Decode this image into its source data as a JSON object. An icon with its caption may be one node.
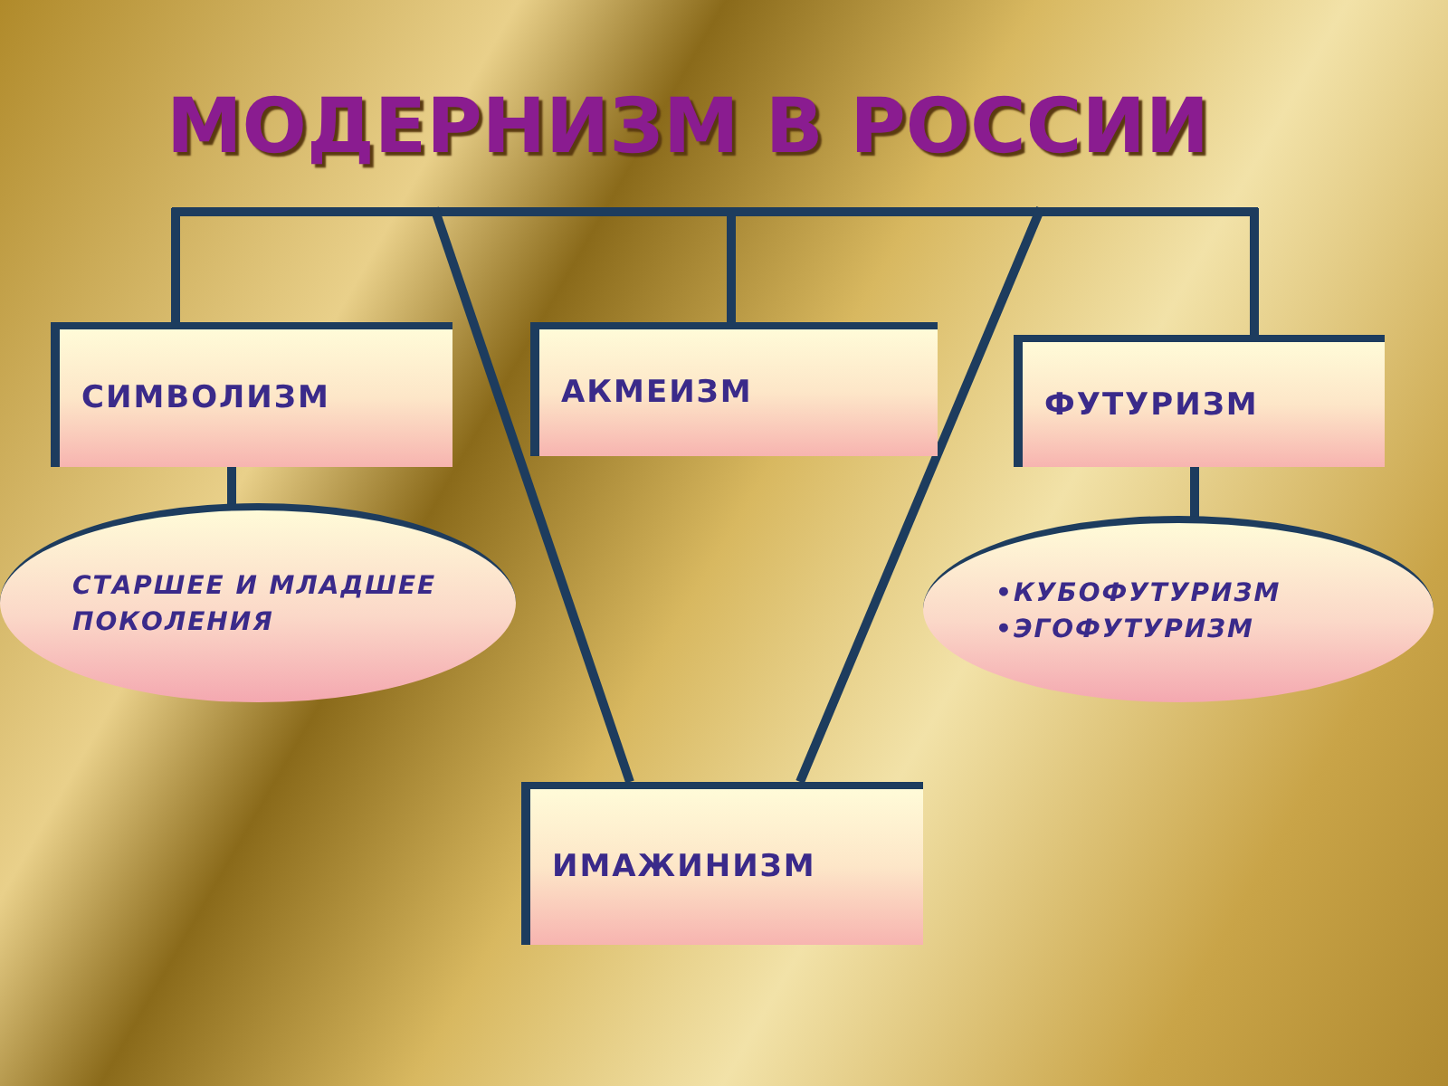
{
  "diagram": {
    "nodes": [
      {
        "text": [
          "МОДЕРНИЗМ В РОССИИ"
        ]
      },
      {
        "text": [
          "СИМВОЛИЗМ"
        ]
      },
      {
        "text": [
          "АКМЕИЗМ"
        ]
      },
      {
        "text": [
          "ФУТУРИЗМ"
        ]
      },
      {
        "text": [
          "СТАРШЕЕ И МЛАДШЕЕ ПОКОЛЕНИЯ"
        ]
      },
      {
        "text": [
          "•КУБОФУТУРИЗМ",
          "•ЭГОФУТУРИЗМ"
        ]
      },
      {
        "text": [
          "ИМАЖИНИЗМ"
        ]
      }
    ],
    "edges": [
      {
        "from": 0,
        "to": 1,
        "arrow": "none"
      },
      {
        "from": 0,
        "to": 2,
        "arrow": "none"
      },
      {
        "from": 0,
        "to": 3,
        "arrow": "none"
      },
      {
        "from": 0,
        "to": 6,
        "arrow": "none"
      },
      {
        "from": 0,
        "to": 6,
        "arrow": "none"
      },
      {
        "from": 1,
        "to": 4,
        "arrow": "none"
      },
      {
        "from": 3,
        "to": 5,
        "arrow": "none"
      }
    ]
  }
}
